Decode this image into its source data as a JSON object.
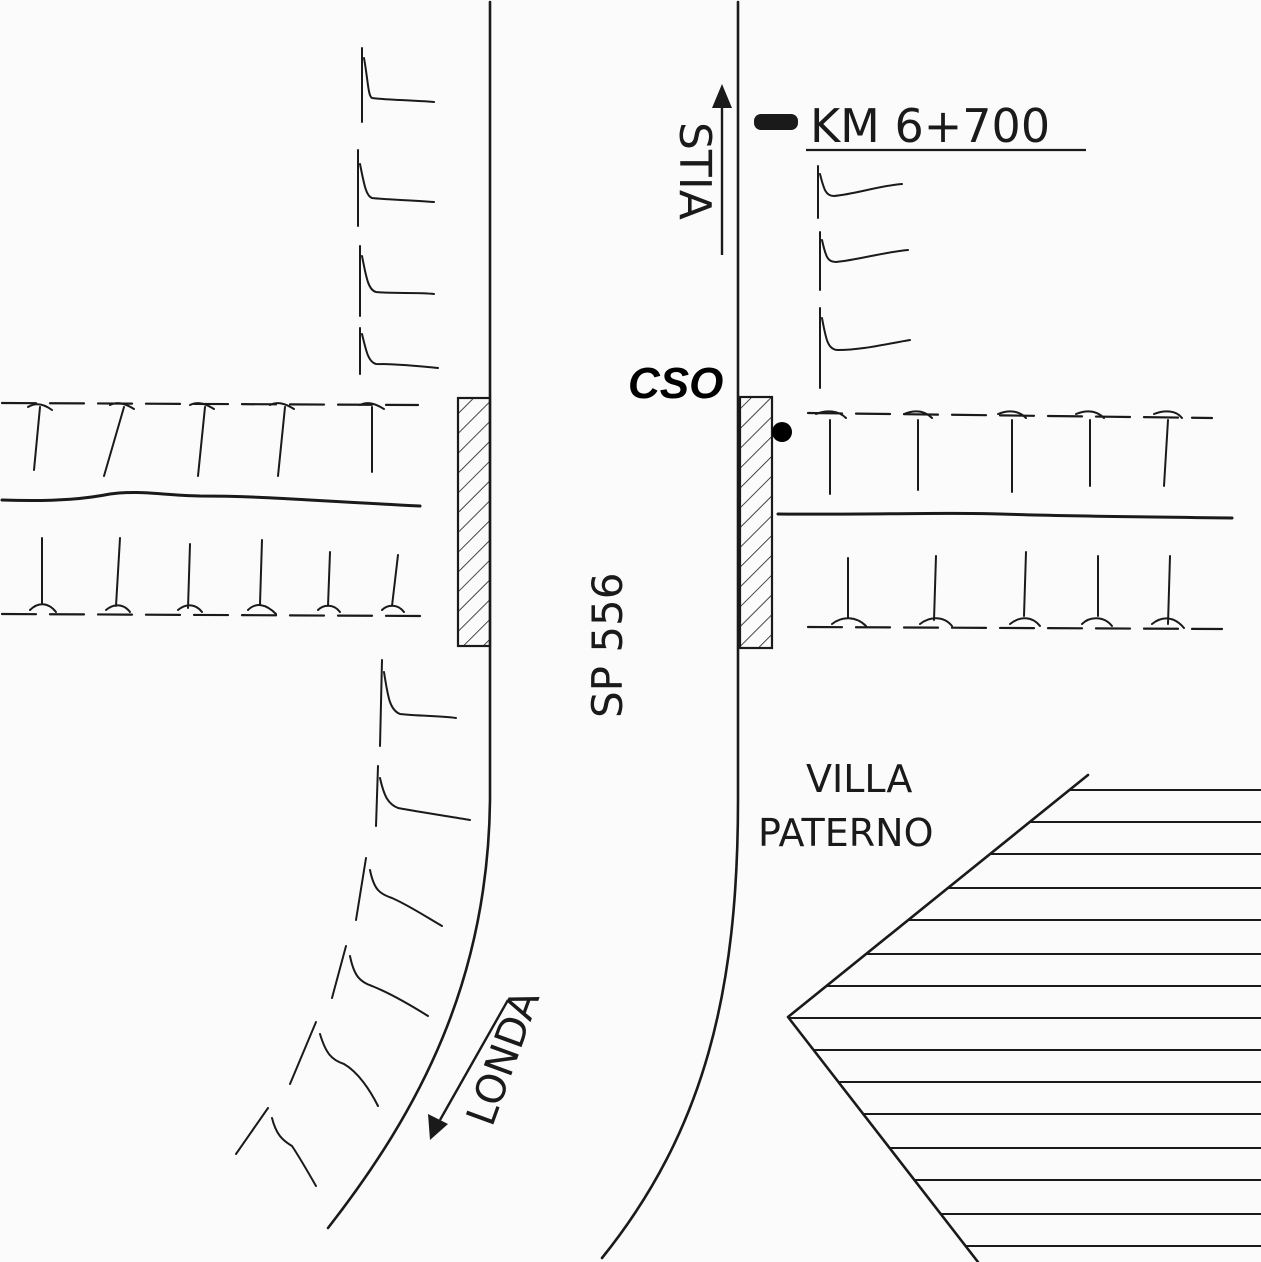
{
  "labels": {
    "km": "KM 6+700",
    "stia": "STIA",
    "cso": "CSO",
    "road": "SP 556",
    "villa_line1": "VILLA",
    "villa_line2": "PATERNO",
    "londa": "LONDA"
  }
}
